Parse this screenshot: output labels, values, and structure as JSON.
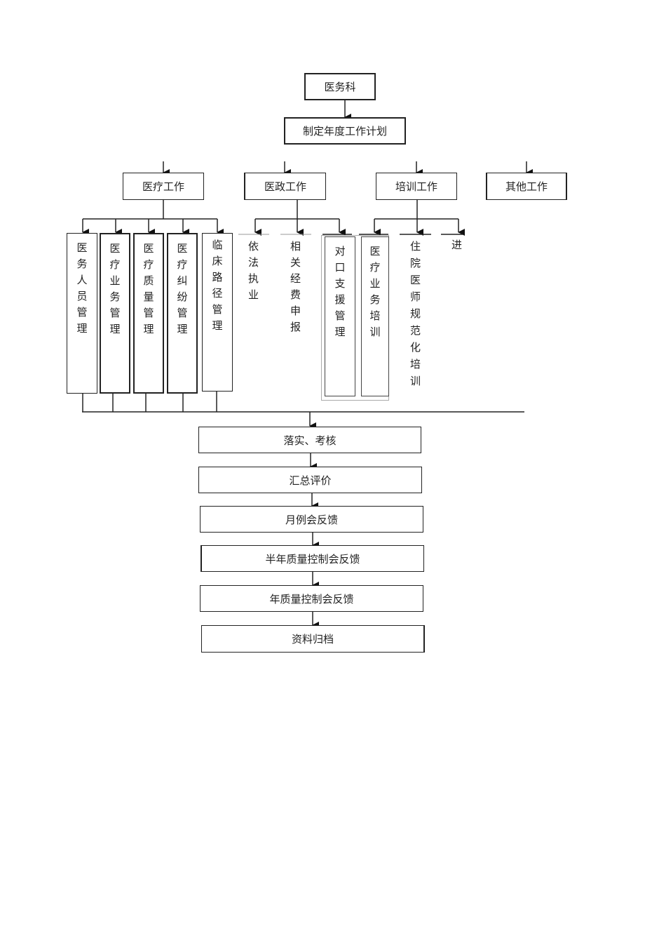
{
  "root": "医务科",
  "plan": "制定年度工作计划",
  "categories": [
    {
      "label": "医疗工作",
      "children": [
        "医务人员管理",
        "医疗业务管理",
        "医疗质量管理",
        "医疗纠纷管理",
        "临床路径管理"
      ]
    },
    {
      "label": "医政工作",
      "children": [
        "依法执业",
        "相关经费申报",
        "对口支援管理"
      ]
    },
    {
      "label": "培训工作",
      "children": [
        "医疗业务培训",
        "住院医师规范化培训",
        "进"
      ]
    },
    {
      "label": "其他工作",
      "children": []
    }
  ],
  "flow": [
    "落实、考核",
    "汇总评价",
    "月例会反馈",
    "半年质量控制会反馈",
    "年质量控制会反馈",
    "资料归档"
  ]
}
